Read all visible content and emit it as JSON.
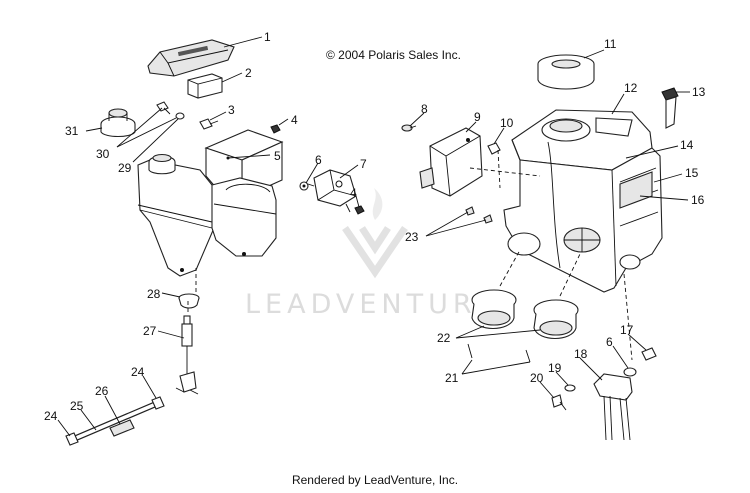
{
  "header": {
    "copyright": "© 2004 Polaris Sales Inc."
  },
  "footer": {
    "rendered_by": "Rendered by LeadVenture, Inc."
  },
  "watermark": {
    "text": "LEADVENTURE",
    "color": "#dcdcdc"
  },
  "callouts": {
    "c1": "1",
    "c2": "2",
    "c3": "3",
    "c4a": "4",
    "c4b": "4",
    "c5": "5",
    "c6a": "6",
    "c6b": "6",
    "c7": "7",
    "c8": "8",
    "c9": "9",
    "c10": "10",
    "c11": "11",
    "c12": "12",
    "c13": "13",
    "c14": "14",
    "c15": "15",
    "c16": "16",
    "c17": "17",
    "c18": "18",
    "c19": "19",
    "c20": "20",
    "c21": "21",
    "c22": "22",
    "c23": "23",
    "c24a": "24",
    "c24b": "24",
    "c25": "25",
    "c26": "26",
    "c27": "27",
    "c28": "28",
    "c29": "29",
    "c30": "30",
    "c31": "31"
  }
}
